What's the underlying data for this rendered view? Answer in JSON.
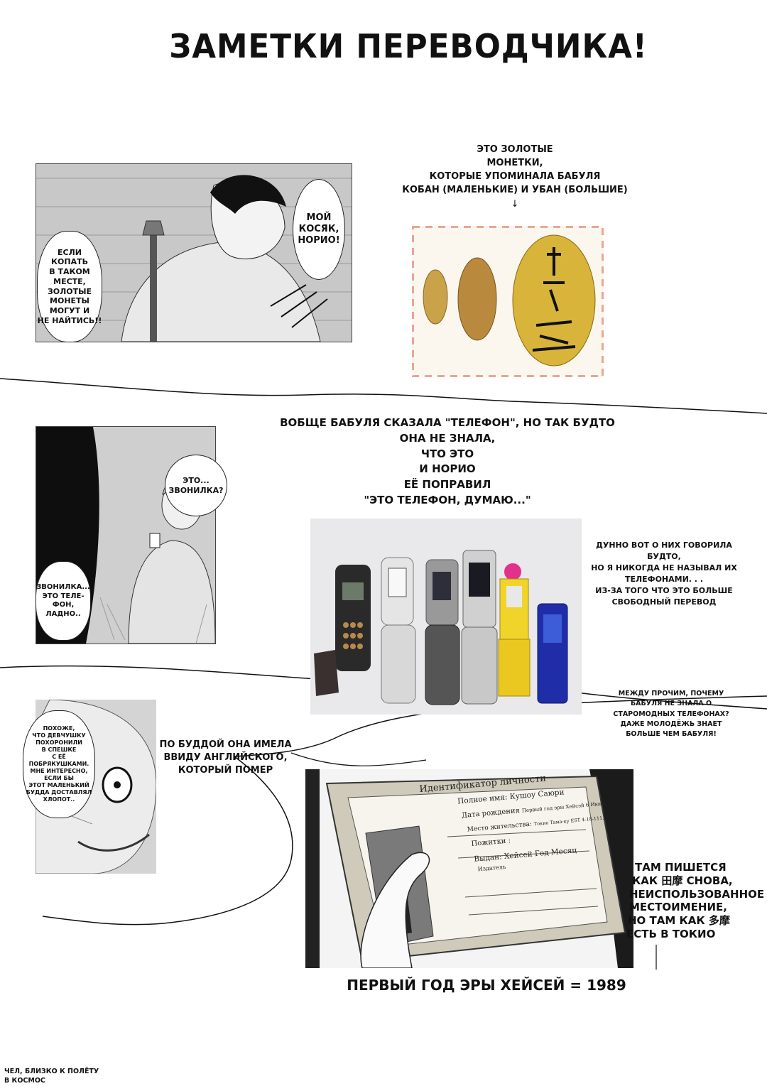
{
  "title": "ЗАМЕТКИ ПЕРЕВОДЧИКА!",
  "section1": {
    "bubble_right": [
      "МОЙ",
      "КОСЯК,",
      "НОРИО!"
    ],
    "bubble_left": [
      "ЕСЛИ",
      "КОПАТЬ",
      "В ТАКОМ",
      "МЕСТЕ,",
      "ЗОЛОТЫЕ",
      "МОНЕТЫ",
      "МОГУТ И",
      "НЕ НАЙТИСЬ!!"
    ],
    "note": [
      "ЭТО ЗОЛОТЫЕ",
      "МОНЕТКИ,",
      "КОТОРЫЕ УПОМИНАЛА БАБУЛЯ",
      "КОБАН (МАЛЕНЬКИЕ) И УБАН (БОЛЬШИЕ)"
    ],
    "arrow": "↓"
  },
  "section2": {
    "note": [
      "ВОБЩЕ БАБУЛЯ СКАЗАЛА \"ТЕЛЕФОН\", НО ТАК БУДТО",
      "ОНА НЕ ЗНАЛА,",
      "ЧТО ЭТО",
      "И НОРИО",
      "ЕЁ ПОПРАВИЛ",
      "\"ЭТО ТЕЛЕФОН, ДУМАЮ...\""
    ],
    "bubble_top": [
      "ЭТО...",
      "ЗВОНИЛКА?"
    ],
    "bubble_bottom": [
      "ЗВОНИЛКА...",
      "ЭТО ТЕЛЕ-",
      "ФОН,",
      "ЛАДНО.."
    ],
    "side_note": [
      "ДУННО ВОТ О НИХ ГОВОРИЛА",
      "БУДТО,",
      "НО Я НИКОГДА НЕ НАЗЫВАЛ ИХ",
      "ТЕЛЕФОНАМИ. . .",
      "ИЗ-ЗА ТОГО ЧТО ЭТО БОЛЬШЕ",
      "СВОБОДНЫЙ ПЕРЕВОД"
    ],
    "question_note": [
      "МЕЖДУ ПРОЧИМ, ПОЧЕМУ",
      "БАБУЛЯ НЕ ЗНАЛА О",
      "СТАРОМОДНЫХ ТЕЛЕФОНАХ?",
      "ДАЖЕ МОЛОДЁЖЬ ЗНАЕТ",
      "БОЛЬШЕ ЧЕМ БАБУЛЯ!"
    ]
  },
  "section3": {
    "bubble": [
      "ПОХОЖЕ,",
      "ЧТО ДЕВЧУШКУ",
      "ПОХОРОНИЛИ",
      "В СПЕШКЕ",
      "С ЕЁ",
      "ПОБРЯКУШКАМИ.",
      "МНЕ ИНТЕРЕСНО,",
      "ЕСЛИ БЫ",
      "ЭТОТ МАЛЕНЬКИЙ",
      "БУДДА ДОСТАВЛЯЛ",
      "ХЛОПОТ.."
    ],
    "note": [
      "ПО БУДДОЙ ОНА ИМЕЛА",
      "ВВИДУ АНГЛИЙСКОГО,",
      "КОТОРЫЙ ПОМЕР"
    ],
    "id_card": {
      "header": "Идентификатор личности",
      "name": "Полное имя: Кушоу Саюри",
      "dob_label": "Дата рождения",
      "dob_value": "Первый год эры Хейсэй 6 Июня",
      "residence_label": "Место жительства:",
      "residence_value": "Токио Тама-ку EST 4-18-111.00",
      "job": "Пожитки :",
      "issued": "Выдан: Хейсей Год Месяц",
      "issuer": "Издатель"
    },
    "side_note": [
      "ТАМ ПИШЕТСЯ",
      "КАК 田摩 СНОВА,",
      "НЕИСПОЛЬЗОВАННОЕ",
      "МЕСТОИМЕНИЕ,",
      "НО ТАМ КАК 多摩",
      "ЕСТЬ В ТОКИО"
    ],
    "era_note": "ПЕРВЫЙ ГОД ЭРЫ ХЕЙСЕЙ = 1989"
  },
  "footer": [
    "ЧЕЛ, БЛИЗКО К ПОЛЁТУ",
    "В КОСМОС"
  ]
}
